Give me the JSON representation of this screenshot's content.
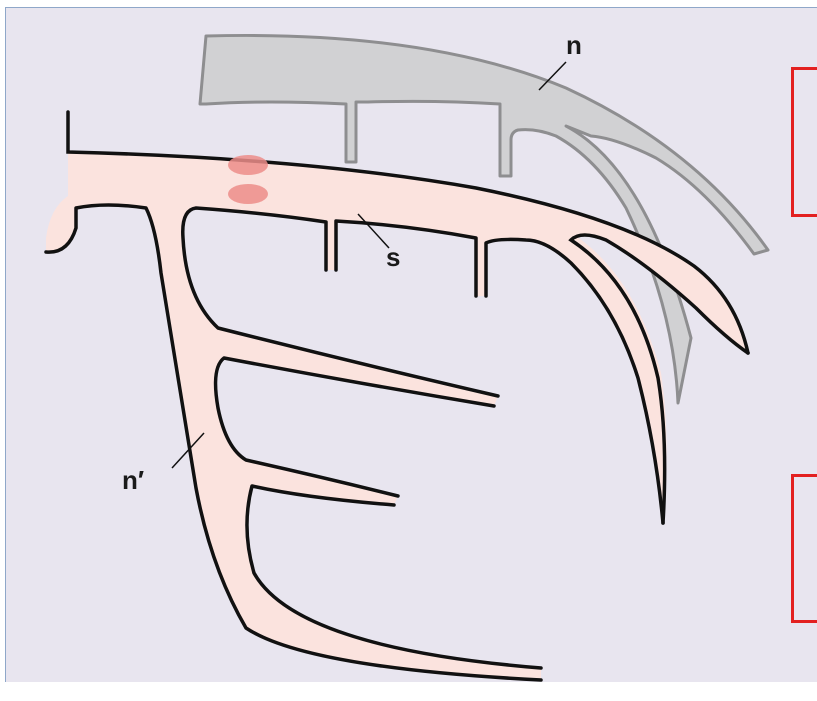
{
  "figure": {
    "colors": {
      "background": "#e8e5ef",
      "frame_border": "#8fa7c9",
      "gray_fill": "#d1d1d3",
      "gray_stroke": "#8e8e90",
      "pink_fill": "#fbe3de",
      "pink_stroke": "#111111",
      "contact_spot": "#ec8d89",
      "box_outline": "#e32020"
    },
    "labels": {
      "n": "n",
      "s": "s",
      "n_prime": "n′"
    },
    "legend_boxes": [
      {
        "text": ""
      },
      {
        "text": ""
      }
    ]
  }
}
